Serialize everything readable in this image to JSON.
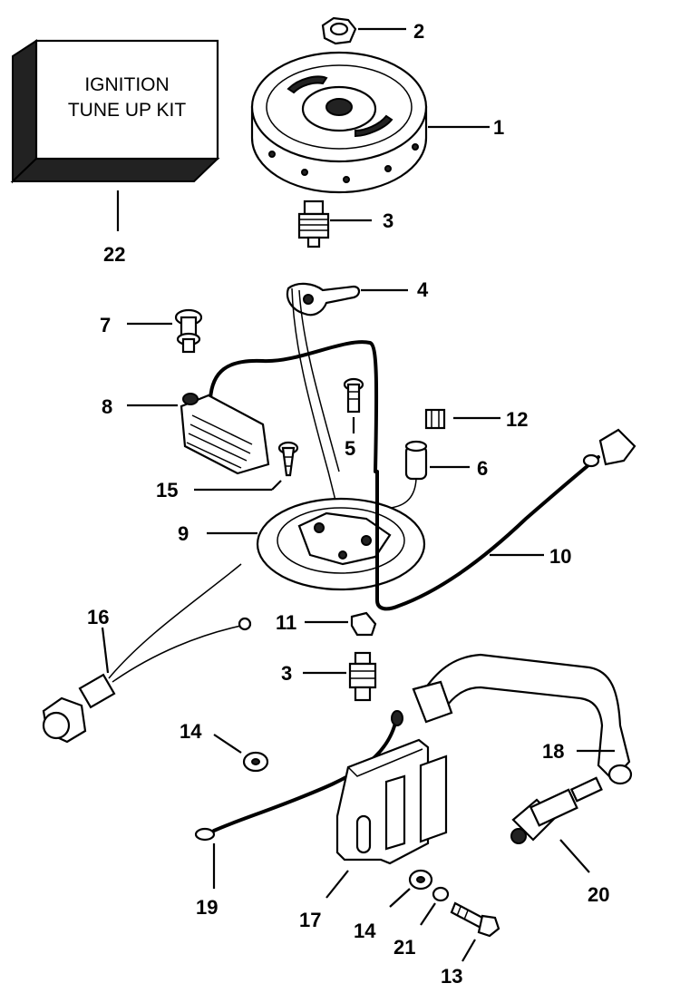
{
  "kit_box": {
    "line1": "IGNITION",
    "line2": "TUNE UP KIT"
  },
  "callouts": {
    "c1": "1",
    "c2": "2",
    "c3a": "3",
    "c3b": "3",
    "c4": "4",
    "c5": "5",
    "c6": "6",
    "c7": "7",
    "c8": "8",
    "c9": "9",
    "c10": "10",
    "c11": "11",
    "c12": "12",
    "c13": "13",
    "c14a": "14",
    "c14b": "14",
    "c15": "15",
    "c16": "16",
    "c17": "17",
    "c18": "18",
    "c19": "19",
    "c20": "20",
    "c21": "21",
    "c22": "22"
  }
}
